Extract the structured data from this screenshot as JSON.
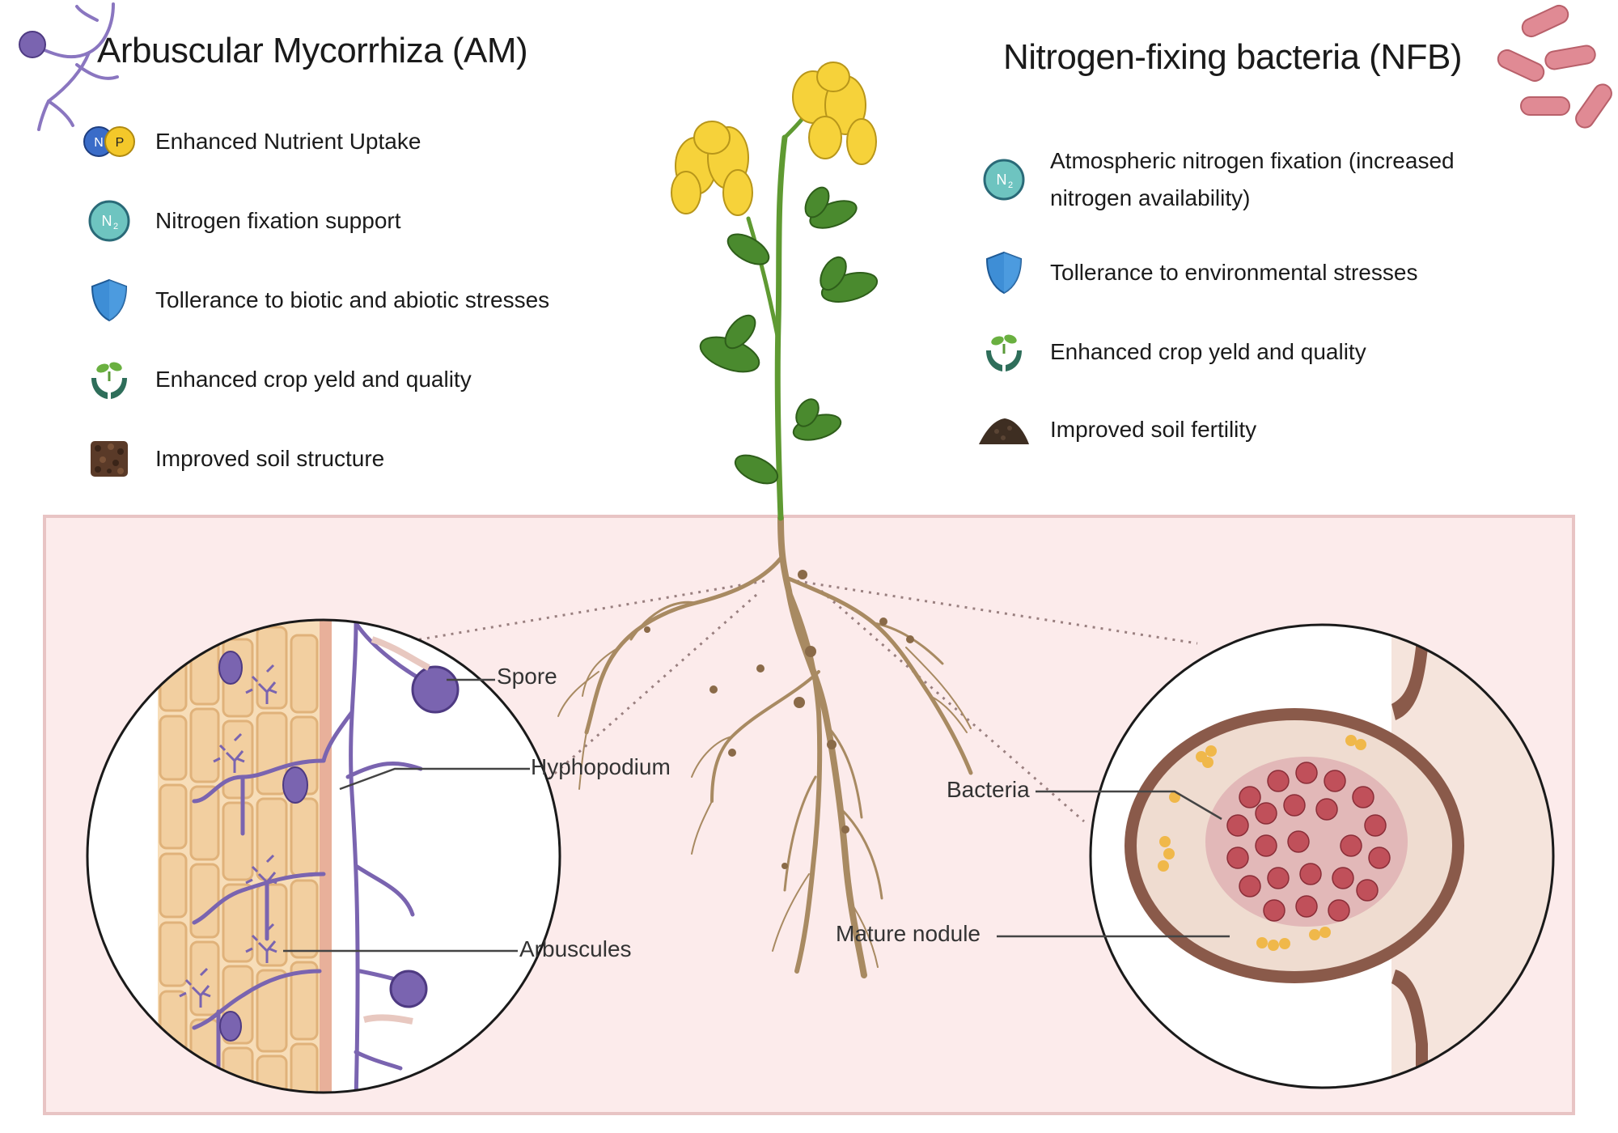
{
  "am": {
    "title": "Arbuscular Mycorrhiza (AM)",
    "benefits": [
      {
        "icon": "np-nutrient-icon",
        "label": "Enhanced Nutrient Uptake"
      },
      {
        "icon": "n2-icon",
        "label": "Nitrogen fixation support"
      },
      {
        "icon": "shield-icon",
        "label": "Tollerance to biotic and abiotic stresses"
      },
      {
        "icon": "hands-seedling-icon",
        "label": "Enhanced crop yeld and quality"
      },
      {
        "icon": "soil-block-icon",
        "label": "Improved soil structure"
      }
    ],
    "labels": {
      "spore": "Spore",
      "hyphopodium": "Hyphopodium",
      "arbuscules": "Arbuscules"
    }
  },
  "nfb": {
    "title": "Nitrogen-fixing bacteria (NFB)",
    "benefits": [
      {
        "icon": "n2-icon",
        "label": "Atmospheric nitrogen fixation (increased nitrogen availability)"
      },
      {
        "icon": "shield-icon",
        "label": "Tollerance to environmental stresses"
      },
      {
        "icon": "hands-seedling-icon",
        "label": "Enhanced crop yeld and quality"
      },
      {
        "icon": "soil-mound-icon",
        "label": "Improved soil fertility"
      }
    ],
    "labels": {
      "bacteria": "Bacteria",
      "nodule": "Mature nodule"
    }
  },
  "icon_text": {
    "n": "N",
    "p": "P",
    "n2": "N",
    "n2_sub": "2"
  },
  "colors": {
    "soil_bg": "#fcebeb",
    "soil_border": "#e8c4c4",
    "fungus": "#7a64b0",
    "root": "#a88a62",
    "petal": "#f6d23a",
    "leaf": "#4a8a2e",
    "stem": "#6aa83a",
    "shield": "#3e8ed6",
    "nodule": "#8a5a4a",
    "bacteroid": "#c0505a",
    "bacterium": "#e08a94"
  }
}
